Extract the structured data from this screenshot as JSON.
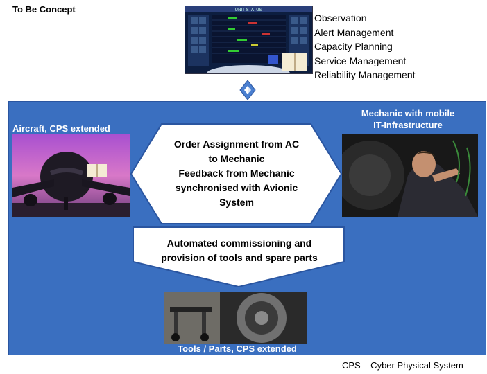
{
  "title": "To Be Concept",
  "observation": {
    "items": [
      "Observation–",
      "Alert Management",
      "Capacity Planning",
      "Service Management",
      "Reliability Management"
    ]
  },
  "top_screen": {
    "header": "UNIT STATUS"
  },
  "aircraft": {
    "label": "Aircraft, CPS  extended"
  },
  "mechanic": {
    "label_line1": "Mechanic with mobile",
    "label_line2": "IT-Infrastructure"
  },
  "center_hexagon": {
    "lines": [
      "Order Assignment from AC",
      "to Mechanic",
      "Feedback from Mechanic",
      "synchronised with Avionic",
      "System"
    ]
  },
  "down_arrow": {
    "lines": [
      "Automated commissioning and",
      "provision of tools and spare parts"
    ]
  },
  "tools": {
    "label": "Tools / Parts, CPS extended"
  },
  "footnote": "CPS – Cyber Physical System",
  "colors": {
    "panel": "#3a6fc0",
    "shape_fill": "#ffffff",
    "connector": "#4a7fd0"
  }
}
